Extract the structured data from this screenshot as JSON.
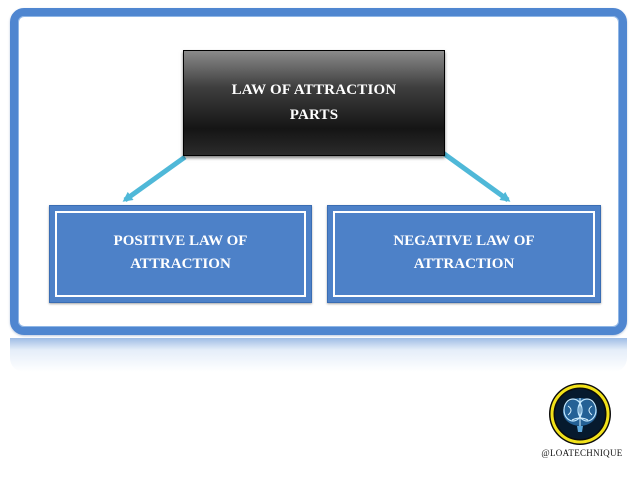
{
  "diagram": {
    "root": {
      "label": "LAW OF ATTRACTION PARTS"
    },
    "children": [
      {
        "label": "POSITIVE LAW OF ATTRACTION"
      },
      {
        "label": "NEGATIVE LAW OF ATTRACTION"
      }
    ]
  },
  "branding": {
    "handle": "@LOATECHNIQUE",
    "logo_icon": "brain-icon"
  },
  "colors": {
    "frame": "#4f86d0",
    "child_box": "#4d81c8",
    "arrow": "#4fb8d8",
    "root_box": "#1a1a1a",
    "logo_ring": "#f2e21a"
  }
}
